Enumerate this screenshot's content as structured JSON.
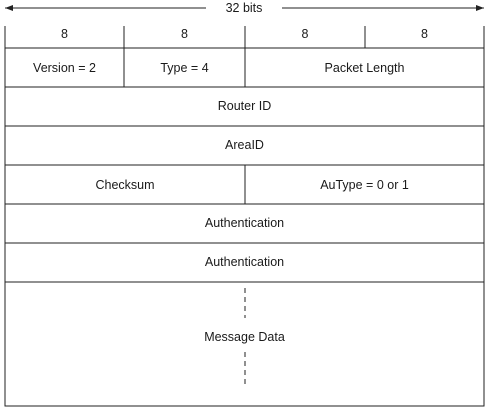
{
  "header": {
    "width_label": "32 bits"
  },
  "byte_labels": [
    "8",
    "8",
    "8",
    "8"
  ],
  "row1": {
    "version": "Version = 2",
    "type": "Type = 4",
    "packet_length": "Packet Length"
  },
  "row2": {
    "router_id": "Router ID"
  },
  "row3": {
    "area_id": "AreaID"
  },
  "row4": {
    "checksum": "Checksum",
    "autype": "AuType = 0 or 1"
  },
  "row5": {
    "authentication": "Authentication"
  },
  "row6": {
    "authentication": "Authentication"
  },
  "row7": {
    "message_data": "Message Data"
  }
}
